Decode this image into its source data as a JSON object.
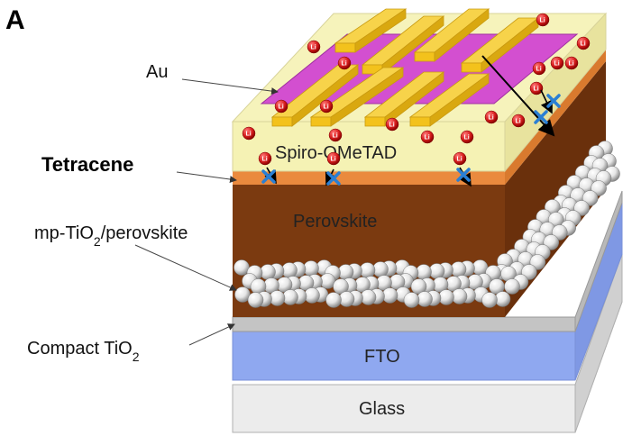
{
  "panel_letter": "A",
  "labels": {
    "au": "Au",
    "tetracene": "Tetracene",
    "mp_prefix": "mp-TiO",
    "mp_sub": "2",
    "mp_suffix": "/perovskite",
    "compact_prefix": "Compact TiO",
    "compact_sub": "2"
  },
  "layers": {
    "spiro": "Spiro-OMeTAD",
    "perovskite": "Perovskite",
    "fto": "FTO",
    "glass": "Glass"
  },
  "ion_label": "Li",
  "colors": {
    "glass": "#ececec",
    "fto": "#8fa8f0",
    "compact": "#b9b9b9",
    "perovskite": "#7b3a10",
    "tetracene": "#ea8a3e",
    "spiro": "#f5f2b4",
    "gold": "#f3c21c",
    "au_pad": "#d34fd0",
    "li": "#d81e1e",
    "cross": "#2a7fd4"
  }
}
